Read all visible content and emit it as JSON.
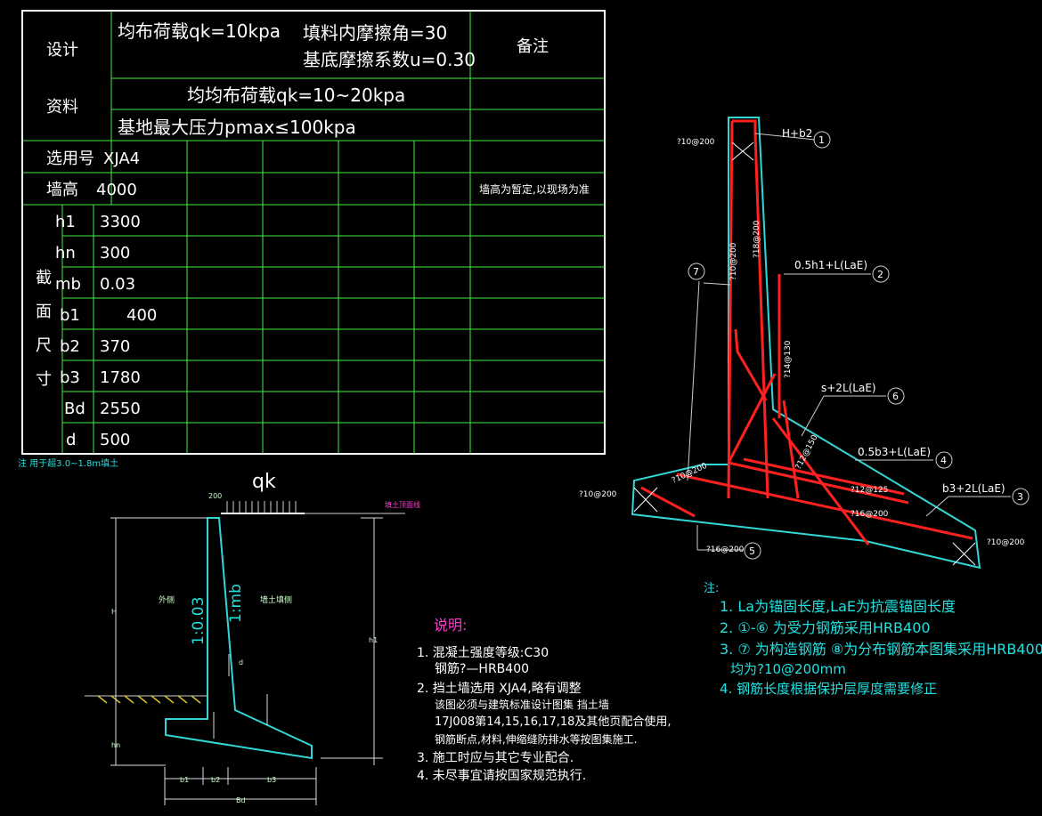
{
  "table": {
    "design_label": "设计",
    "data_label": "资料",
    "row1_load": "均布荷载qk=10kpa",
    "row1_friction": "填料内摩擦角=30",
    "row1_base_friction": "基底摩擦系数u=0.30",
    "remarks_header": "备注",
    "row2_load": "均均布荷载qk=10~20kpa",
    "row3_pressure": "基地最大压力pmax≤100kpa",
    "select_label": "选用号",
    "select_value": "XJA4",
    "wall_height_label": "墙高",
    "wall_height_value": "4000",
    "wall_height_note": "墙高为暂定,以现场为准",
    "section_chars": [
      "截",
      "面",
      "尺",
      "寸"
    ],
    "rows": [
      {
        "label": "h1",
        "value": "3300"
      },
      {
        "label": "hn",
        "value": "300"
      },
      {
        "label": "mb",
        "value": "0.03"
      },
      {
        "label": "b1",
        "value": "400"
      },
      {
        "label": "b2",
        "value": "370"
      },
      {
        "label": "b3",
        "value": "1780"
      },
      {
        "label": "Bd",
        "value": "2550"
      },
      {
        "label": "d",
        "value": "500"
      }
    ],
    "footnote": "注 用于超3.0~1.8m填土"
  },
  "section": {
    "qk": "qk",
    "slope1": "1:0.03",
    "slope2": "1:mb",
    "front_label": "外侧",
    "back_label": "墙土填侧",
    "top_label": "填土顶面线",
    "h_label": "H",
    "h1_label": "h1",
    "d_label": "d",
    "b1": "b1",
    "b2": "b2",
    "b3": "b3",
    "bd": "Bd",
    "hn": "hn",
    "top_w": "200"
  },
  "notes": {
    "title": "说明:",
    "items": [
      "1. 混凝土强度等级:C30",
      "钢筋?—HRB400",
      "2. 挡土墙选用 XJA4,略有调整",
      "该图必须与建筑标准设计图集 挡土墙",
      "17J008第14,15,16,17,18及其他页配合使用,",
      "钢筋断点,材料,伸缩缝防排水等按图集施工.",
      "3. 施工时应与其它专业配合.",
      "4. 未尽事宜请按国家规范执行."
    ]
  },
  "rebar": {
    "r_top": "?10@200",
    "r1": "H+b2",
    "r1n": "1",
    "r_stem_a": "?10@200",
    "r_stem_b": "?18@200",
    "r2": "0.5h1+L(LaE)",
    "r2n": "2",
    "r7n": "7",
    "r_mid": "?14@130",
    "r6": "s+2L(LaE)",
    "r6n": "6",
    "r_12_150": "?12@150",
    "r4": "0.5b3+L(LaE)",
    "r4n": "4",
    "r_toe": "?10@200",
    "r_left": "?10@200",
    "r_12_125": "?12@125",
    "r3": "b3+2L(LaE)",
    "r3n": "3",
    "r_16a": "?16@200",
    "r_right": "?10@200",
    "r_16b": "?16@200",
    "r5n": "5"
  },
  "legend": {
    "title": "注:",
    "line1": "1. La为锚固长度,LaE为抗震锚固长度",
    "line2": "2. ①-⑥  为受力钢筋采用HRB400",
    "line3": "3. ⑦   为构造钢筋  ⑧为分布钢筋本图集采用HRB400",
    "line4": "均为?10@200mm",
    "line5": "4. 钢筋长度根据保护层厚度需要修正"
  }
}
